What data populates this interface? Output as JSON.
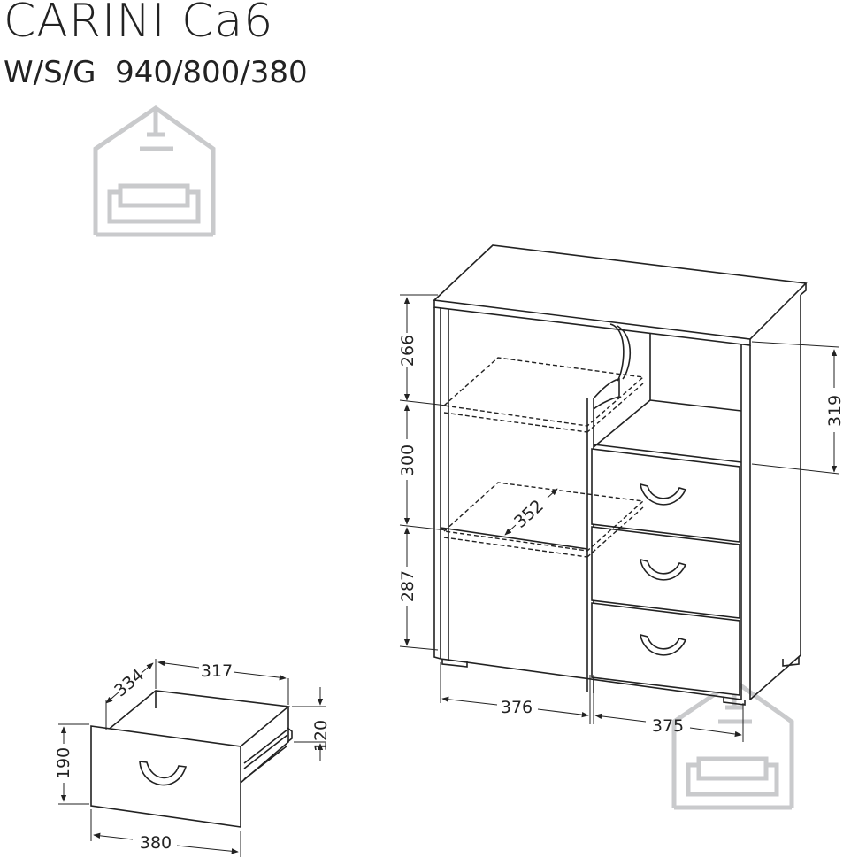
{
  "header": {
    "model": "CARINI Ca6",
    "dimensions_line": "W/S/G  940/800/380"
  },
  "icons": {
    "top_logo": "house-sofa-logo-icon",
    "bottom_logo": "house-sofa-logo-icon"
  },
  "colors": {
    "line": "#222222",
    "logo": "#c9cacc"
  },
  "cabinet_dimensions": {
    "upper_shelf_height": "266",
    "middle_shelf_height": "300",
    "lower_shelf_height": "287",
    "right_open_height": "319",
    "shelf_depth": "352",
    "left_width": "376",
    "right_width": "375"
  },
  "drawer_dimensions": {
    "inner_depth": "334",
    "inner_width": "317",
    "side_height": "120",
    "front_height": "190",
    "front_width": "380"
  }
}
